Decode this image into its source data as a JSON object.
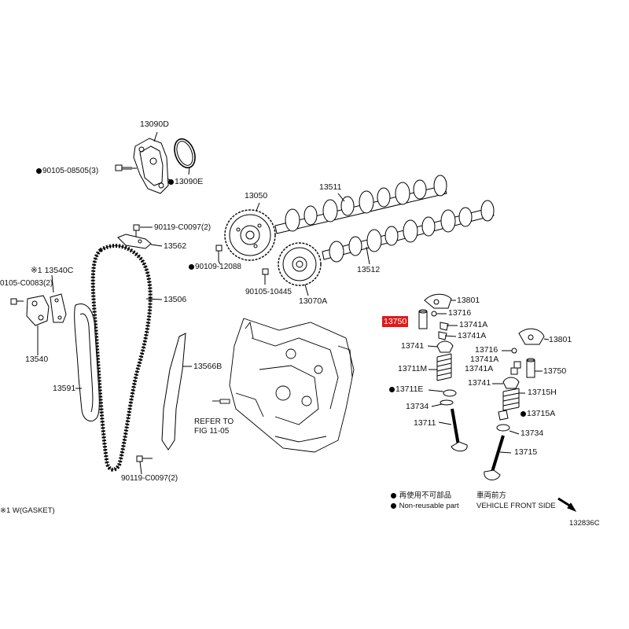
{
  "labels": {
    "p13090D": "13090D",
    "p90105_08505": "90105-08505(3)",
    "p13090E": "13090E",
    "p13050": "13050",
    "p13511": "13511",
    "p90119_top": "90119-C0097(2)",
    "p13562": "13562",
    "p90109": "90109-12088",
    "p13512": "13512",
    "p13540C": "13540C",
    "p13540C_mark": "※1",
    "p90105_c0083": "0105-C0083(2)",
    "p13506": "13506",
    "p90105_10445": "90105-10445",
    "p13070A": "13070A",
    "p13540": "13540",
    "p13591": "13591",
    "p13566B": "13566B",
    "refer1": "REFER TO",
    "refer2": "FIG 11-05",
    "p90119_bottom": "90119-C0097(2)",
    "p13801_left": "13801",
    "p13716_left": "13716",
    "p13750_left": "13750",
    "p13741A_1": "13741A",
    "p13741A_2": "13741A",
    "p13741_left": "13741",
    "p13711M": "13711M",
    "p13711E": "13711E",
    "p13734_left": "13734",
    "p13711": "13711",
    "p13801_right": "13801",
    "p13716_right": "13716",
    "p13741A_3": "13741A",
    "p13741A_4": "13741A",
    "p13750_right": "13750",
    "p13741_right": "13741",
    "p13715H": "13715H",
    "p13715A": "13715A",
    "p13734_right": "13734",
    "p13715": "13715"
  },
  "legend": {
    "nonreusable_jp": "再使用不可部品",
    "nonreusable_en": "Non-reusable part",
    "front_jp": "車両前方",
    "front_en": "VEHICLE FRONT SIDE"
  },
  "footnote": "※1 W(GASKET)",
  "figure_code": "132836C",
  "highlight_color": "#e11a1a"
}
